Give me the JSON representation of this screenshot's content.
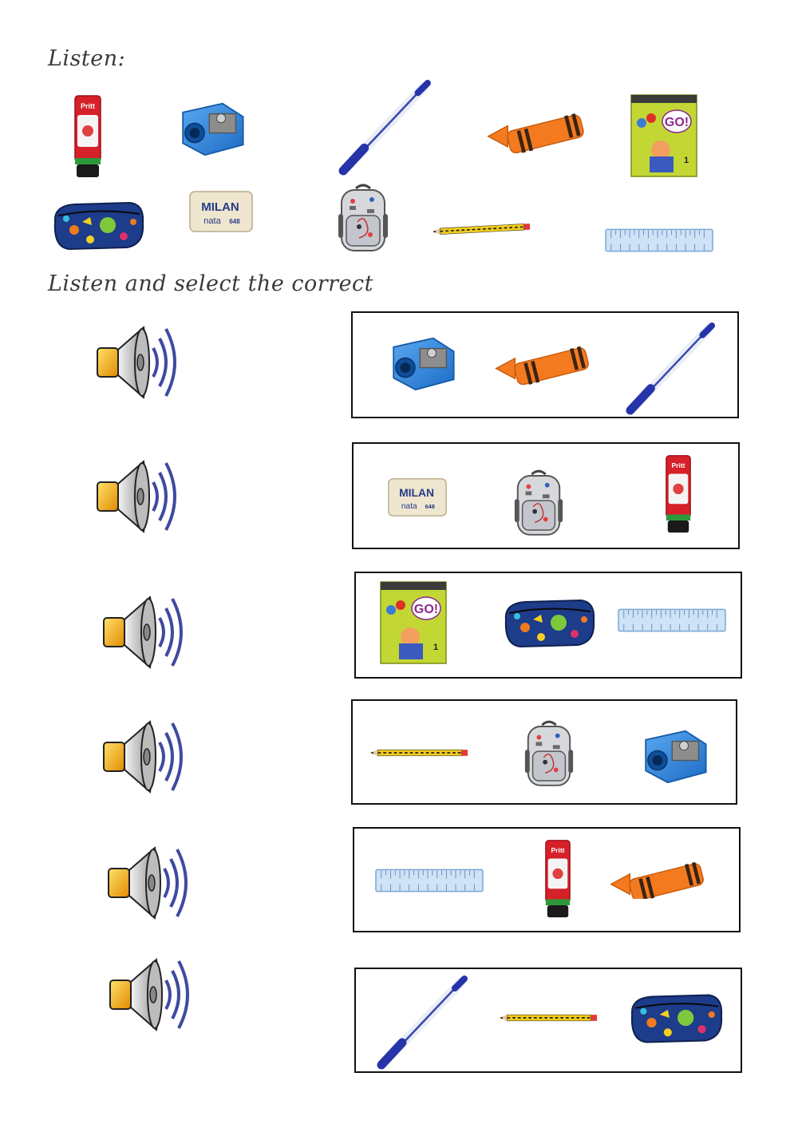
{
  "headings": {
    "listen": "Listen:",
    "select": "Listen and select the correct"
  },
  "labels": {
    "glue_brand": "Pritt",
    "eraser_brand": "MILAN",
    "eraser_model": "nata",
    "eraser_number": "648",
    "book_title": "GO!",
    "book_level": "1"
  },
  "vocabulary": [
    {
      "item": "glue-stick-icon"
    },
    {
      "item": "sharpener-icon"
    },
    {
      "item": "pen-icon"
    },
    {
      "item": "crayon-icon"
    },
    {
      "item": "book-icon"
    },
    {
      "item": "pencil-case-icon"
    },
    {
      "item": "eraser-icon"
    },
    {
      "item": "backpack-icon"
    },
    {
      "item": "pencil-icon"
    },
    {
      "item": "ruler-icon"
    }
  ],
  "questions": [
    {
      "choices": [
        "sharpener-icon",
        "crayon-icon",
        "pen-icon"
      ]
    },
    {
      "choices": [
        "eraser-icon",
        "backpack-icon",
        "glue-stick-icon"
      ]
    },
    {
      "choices": [
        "book-icon",
        "pencil-case-icon",
        "ruler-icon"
      ]
    },
    {
      "choices": [
        "pencil-icon",
        "backpack-icon",
        "sharpener-icon"
      ]
    },
    {
      "choices": [
        "ruler-icon",
        "glue-stick-icon",
        "crayon-icon"
      ]
    },
    {
      "choices": [
        "pen-icon",
        "pencil-icon",
        "pencil-case-icon"
      ]
    }
  ],
  "colors": {
    "speaker_body": "#c9c9c9",
    "speaker_yellow": "#f2b70a",
    "speaker_waves": "#3f4aa0",
    "sharpener": "#2f86e0",
    "crayon": "#f47a20",
    "glue_red": "#d6202a",
    "pen_blue": "#2733a8",
    "ruler": "#bcd8f2",
    "book_green": "#c3d734"
  }
}
